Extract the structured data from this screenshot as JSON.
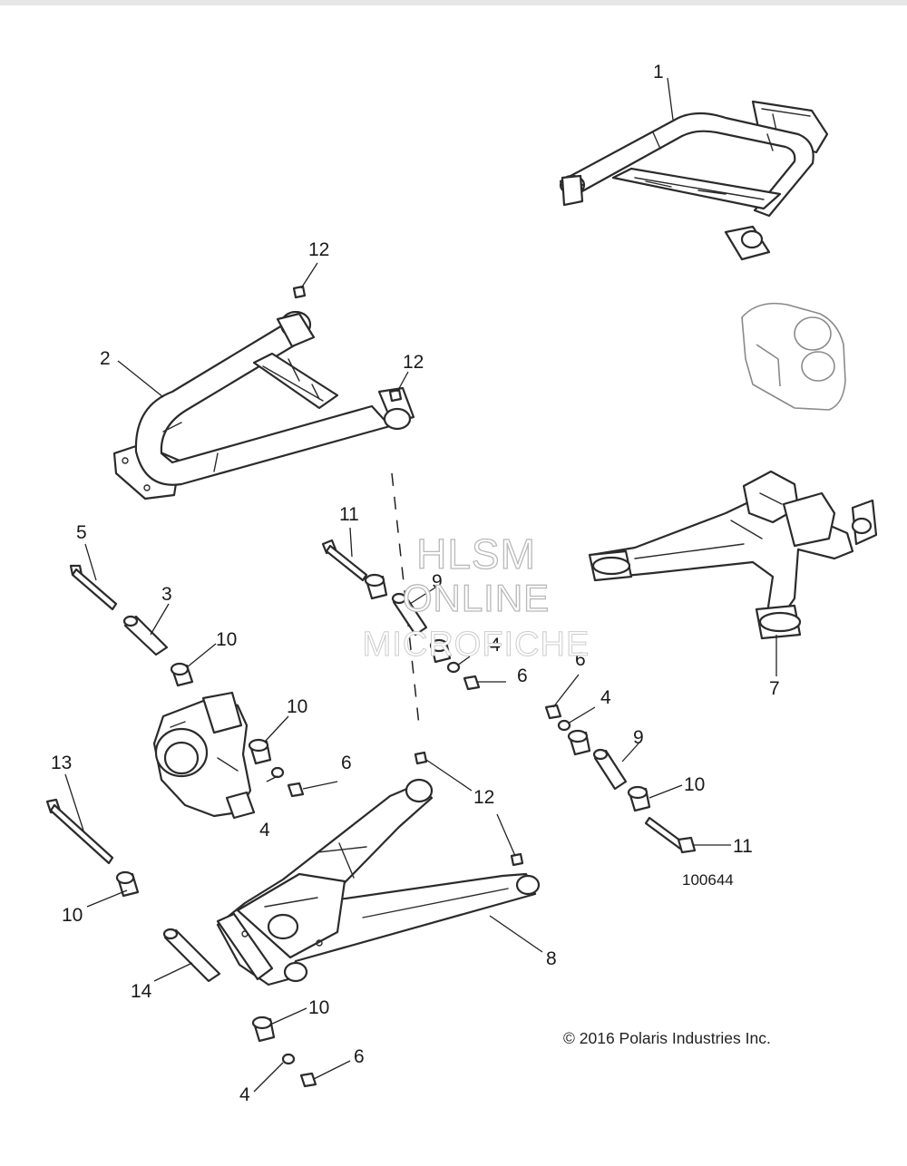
{
  "watermark": {
    "line1": "HLSM",
    "line2": "ONLINE",
    "line3": "MICROFICHE"
  },
  "figure_number": "100644",
  "copyright": "© 2016 Polaris Industries Inc.",
  "callouts": [
    "1",
    "2",
    "3",
    "4",
    "5",
    "6",
    "7",
    "8",
    "9",
    "10",
    "11",
    "12",
    "13",
    "14"
  ],
  "labels": {
    "c1": "1",
    "c2": "2",
    "c3": "3",
    "c4a": "4",
    "c4b": "4",
    "c4c": "4",
    "c4d": "4",
    "c5": "5",
    "c6a": "6",
    "c6b": "6",
    "c6c": "6",
    "c6d": "6",
    "c7": "7",
    "c8": "8",
    "c9a": "9",
    "c9b": "9",
    "c10a": "10",
    "c10b": "10",
    "c10c": "10",
    "c10d": "10",
    "c10e": "10",
    "c11a": "11",
    "c11b": "11",
    "c12a": "12",
    "c12b": "12",
    "c12c": "12",
    "c13": "13",
    "c14": "14"
  }
}
